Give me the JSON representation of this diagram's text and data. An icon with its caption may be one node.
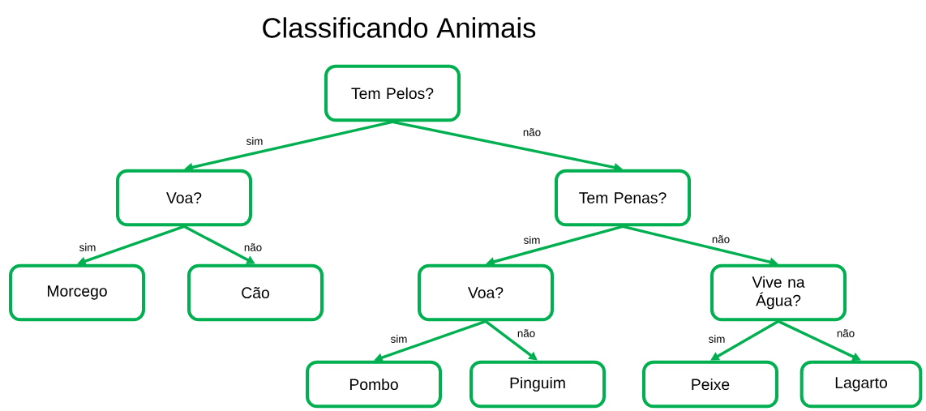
{
  "diagram": {
    "title": "Classificando Animais",
    "nodes": [
      {
        "text": [
          "Tem Pelos?"
        ]
      },
      {
        "text": [
          "Voa?"
        ]
      },
      {
        "text": [
          "Tem Penas?"
        ]
      },
      {
        "text": [
          "Morcego"
        ]
      },
      {
        "text": [
          "Cão"
        ]
      },
      {
        "text": [
          "Voa?"
        ]
      },
      {
        "text": [
          "Vive na Água?"
        ]
      },
      {
        "text": [
          "Pombo"
        ]
      },
      {
        "text": [
          "Pinguim"
        ]
      },
      {
        "text": [
          "Peixe"
        ]
      },
      {
        "text": [
          "Lagarto"
        ]
      }
    ],
    "edges": [
      {
        "from": 0,
        "to": 1,
        "arrow": "to",
        "label": "sim"
      },
      {
        "from": 0,
        "to": 2,
        "arrow": "to",
        "label": "não"
      },
      {
        "from": 1,
        "to": 3,
        "arrow": "to",
        "label": "sim"
      },
      {
        "from": 1,
        "to": 4,
        "arrow": "to",
        "label": "não"
      },
      {
        "from": 2,
        "to": 5,
        "arrow": "to",
        "label": "sim"
      },
      {
        "from": 2,
        "to": 6,
        "arrow": "to",
        "label": "não"
      },
      {
        "from": 5,
        "to": 7,
        "arrow": "to",
        "label": "sim"
      },
      {
        "from": 5,
        "to": 8,
        "arrow": "to",
        "label": "não"
      },
      {
        "from": 6,
        "to": 9,
        "arrow": "to",
        "label": "sim"
      },
      {
        "from": 6,
        "to": 10,
        "arrow": "to",
        "label": "não"
      }
    ]
  }
}
